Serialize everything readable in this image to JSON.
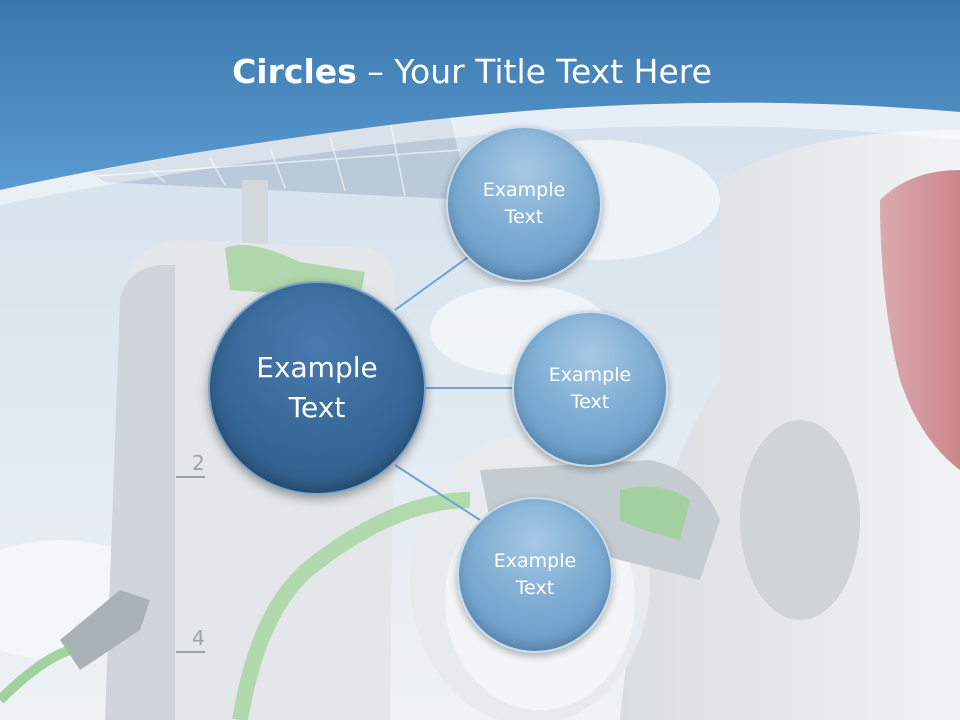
{
  "slide": {
    "title_bold": "Circles",
    "title_dash": " – ",
    "title_rest": "Your Title Text Here"
  },
  "main_circle": {
    "label": "Example Text"
  },
  "circles": [
    {
      "label": "Example Text"
    },
    {
      "label": "Example Text"
    },
    {
      "label": "Example Text"
    }
  ],
  "pump_labels": {
    "number_2": "2",
    "number_4": "4"
  },
  "colors": {
    "header_blue": "#4a8ac4",
    "main_circle": "#376797",
    "small_circle": "#7fadd3",
    "connector": "#6fa3d0",
    "hose_green": "#7fc07a"
  }
}
